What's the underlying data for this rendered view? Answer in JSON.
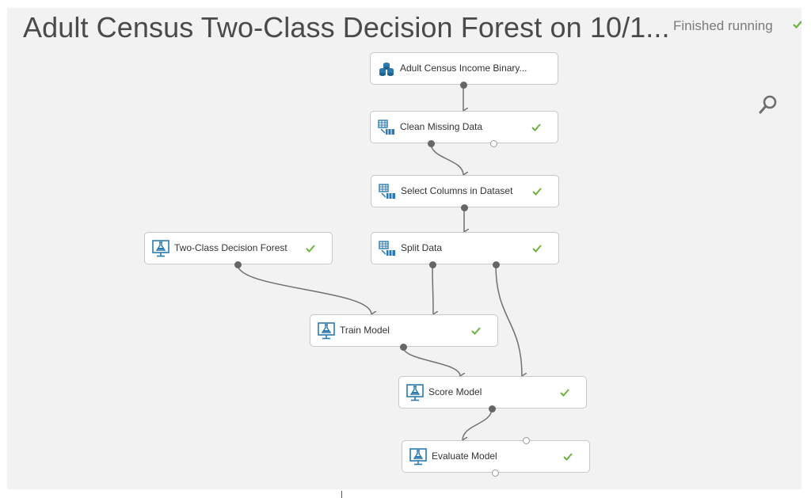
{
  "experiment": {
    "title": "Adult Census Two-Class Decision Forest on 10/1...",
    "status": "Finished running"
  },
  "colors": {
    "check": "#6db33f",
    "module_icon": "#2a7ab0",
    "edge": "#707070",
    "canvas": "#f2f2f2"
  },
  "modules": [
    {
      "id": "dataset",
      "label": "Adult Census Income Binary...",
      "icon": "dataset-icon",
      "checked": false
    },
    {
      "id": "clean",
      "label": "Clean Missing Data",
      "icon": "data-transform-icon",
      "checked": true
    },
    {
      "id": "select",
      "label": "Select Columns in Dataset",
      "icon": "data-transform-icon",
      "checked": true
    },
    {
      "id": "forest",
      "label": "Two-Class Decision Forest",
      "icon": "model-icon",
      "checked": true
    },
    {
      "id": "split",
      "label": "Split Data",
      "icon": "data-transform-icon",
      "checked": true
    },
    {
      "id": "train",
      "label": "Train Model",
      "icon": "model-icon",
      "checked": true
    },
    {
      "id": "score",
      "label": "Score Model",
      "icon": "model-icon",
      "checked": true
    },
    {
      "id": "evaluate",
      "label": "Evaluate Model",
      "icon": "model-icon",
      "checked": true
    }
  ],
  "connections": [
    {
      "from": "dataset",
      "to": "clean"
    },
    {
      "from": "clean",
      "to": "select"
    },
    {
      "from": "select",
      "to": "split"
    },
    {
      "from": "forest",
      "to": "train"
    },
    {
      "from": "split",
      "to": "train"
    },
    {
      "from": "split",
      "to": "score"
    },
    {
      "from": "train",
      "to": "score"
    },
    {
      "from": "score",
      "to": "evaluate"
    }
  ]
}
